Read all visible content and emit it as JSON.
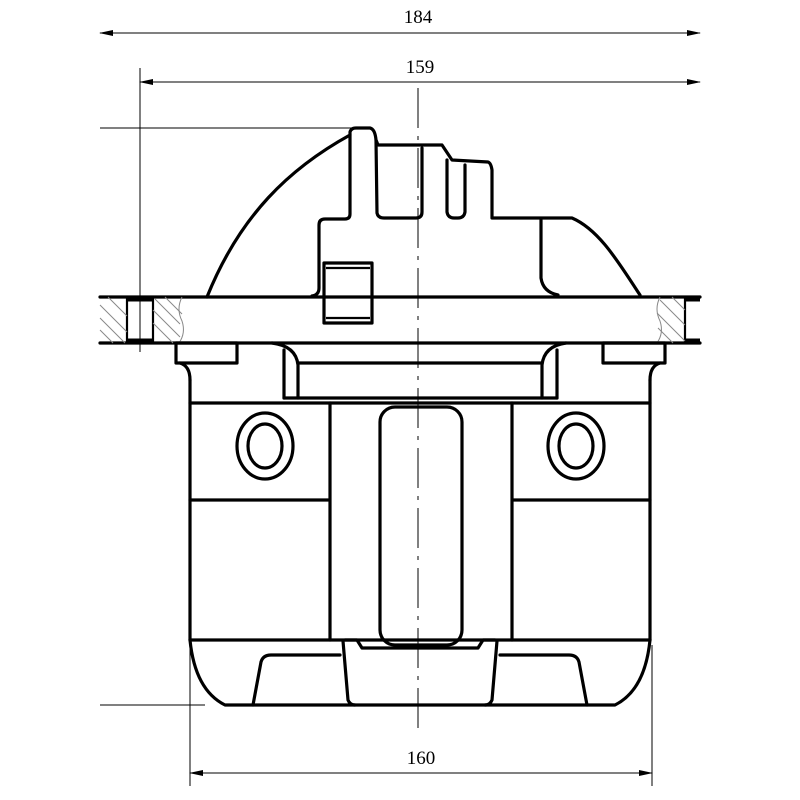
{
  "drawing": {
    "dimensions": {
      "overall_width": "184",
      "flange_width": "159",
      "bottom_width": "160"
    },
    "line_color": "#000000",
    "background": "#ffffff"
  }
}
